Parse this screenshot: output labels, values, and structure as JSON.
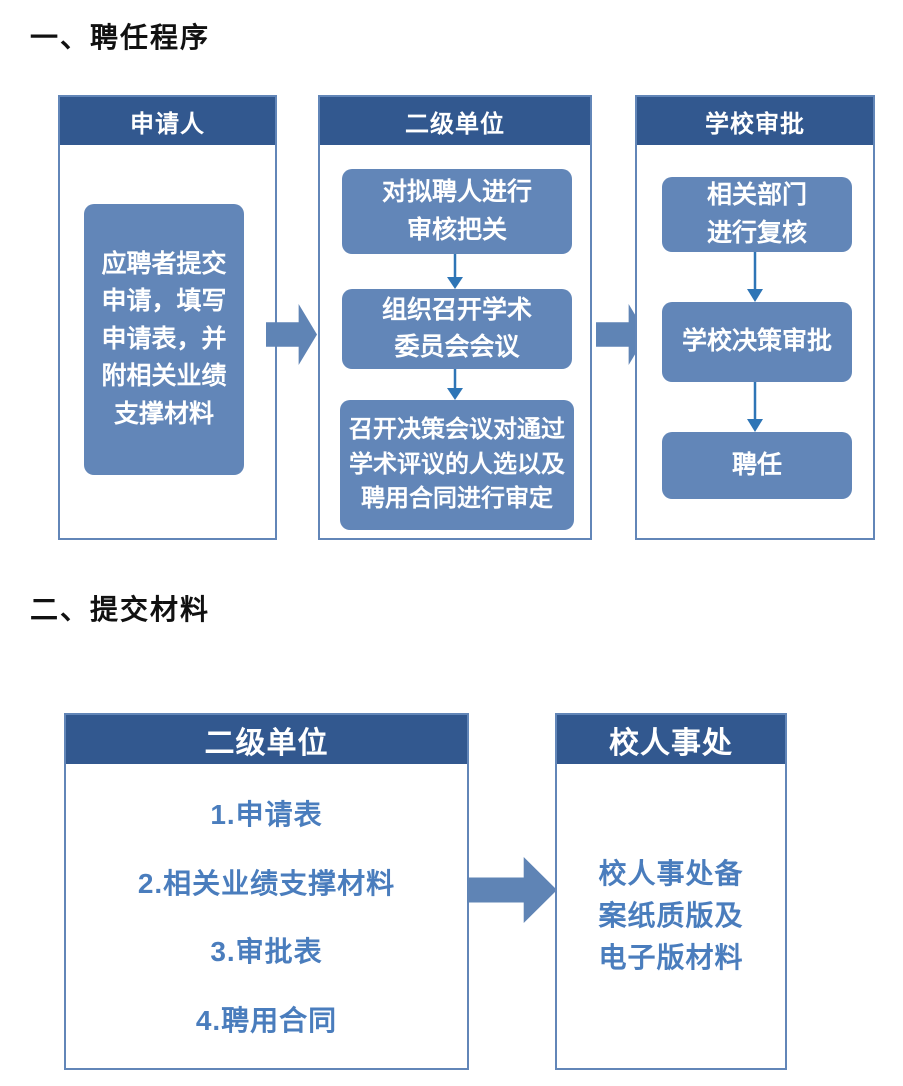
{
  "colors": {
    "header_bg": "#32588f",
    "box_bg": "#6286b8",
    "panel_border": "#6286b8",
    "big_arrow": "#5f84b5",
    "connector_arrow": "#2e75b6",
    "item_text": "#4a7dbd",
    "title_text": "#111111"
  },
  "section1": {
    "title": "一、聘任程序",
    "columns": [
      {
        "header": "申请人",
        "boxes": [
          "应聘者提交\n申请，填写\n申请表，并\n附相关业绩\n支撑材料"
        ]
      },
      {
        "header": "二级单位",
        "boxes": [
          "对拟聘人进行\n审核把关",
          "组织召开学术\n委员会会议",
          "召开决策会议对通过\n学术评议的人选以及\n聘用合同进行审定"
        ]
      },
      {
        "header": "学校审批",
        "boxes": [
          "相关部门\n进行复核",
          "学校决策审批",
          "聘任"
        ]
      }
    ]
  },
  "section2": {
    "title": "二、提交材料",
    "left_panel": {
      "header": "二级单位",
      "items": [
        "1.申请表",
        "2.相关业绩支撑材料",
        "3.审批表",
        "4.聘用合同"
      ]
    },
    "right_panel": {
      "header": "校人事处",
      "note": "校人事处备\n案纸质版及\n电子版材料"
    }
  }
}
